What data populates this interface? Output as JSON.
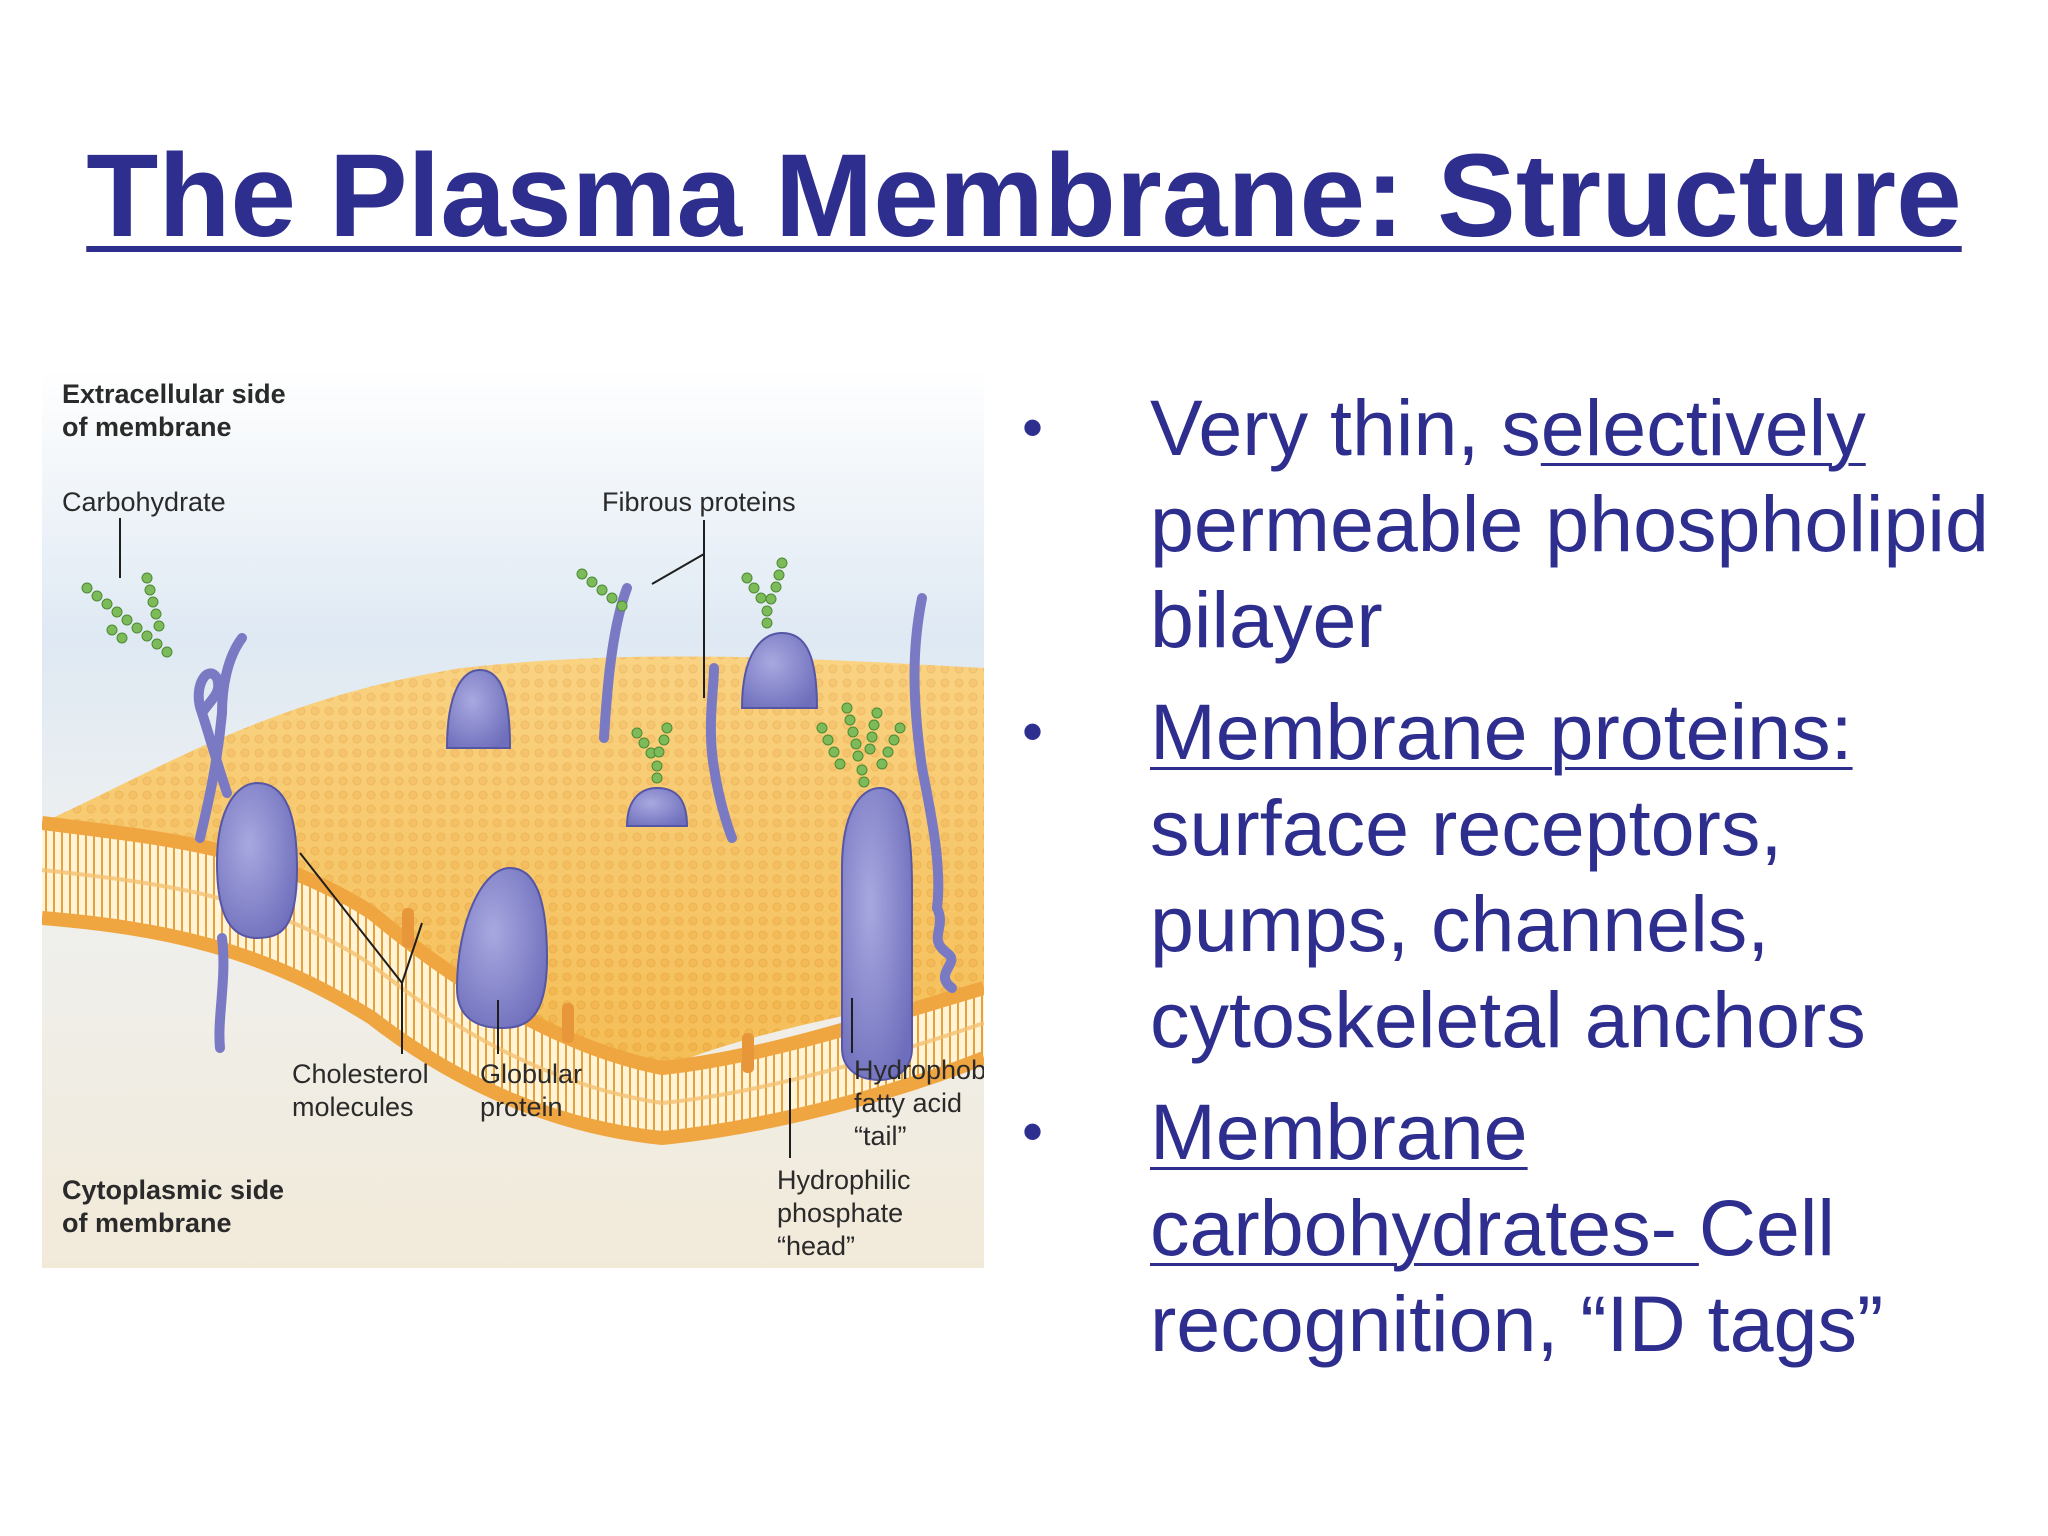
{
  "title": "The Plasma Membrane:  Structure",
  "figure": {
    "labels": {
      "extracellular": [
        "Extracellular side",
        "of membrane"
      ],
      "carbohydrate": "Carbohydrate",
      "fibrous": "Fibrous proteins",
      "cholesterol": [
        "Cholesterol",
        "molecules"
      ],
      "globular": [
        "Globular",
        "protein"
      ],
      "hydrophobic": [
        "Hydrophobic",
        "fatty acid",
        "“tail”"
      ],
      "hydrophilic": [
        "Hydrophilic",
        "phosphate",
        "“head”"
      ],
      "cytoplasmic": [
        "Cytoplasmic side",
        "of membrane"
      ]
    },
    "colors": {
      "protein": "#8080c8",
      "lipid": "#f2b64a",
      "carb": "#6aa84f"
    }
  },
  "bullets": [
    {
      "marker": "•",
      "pre": "Very thin, s",
      "underlined": "electively",
      "post": " permeable phospholipid bilayer"
    },
    {
      "marker": "•",
      "underlined": "Membrane proteins:",
      "post": " surface receptors, pumps, channels, cytoskeletal anchors"
    },
    {
      "marker": "•",
      "underlined": "Membrane carbohydrates- ",
      "post": "Cell recognition, “ID tags”"
    }
  ]
}
